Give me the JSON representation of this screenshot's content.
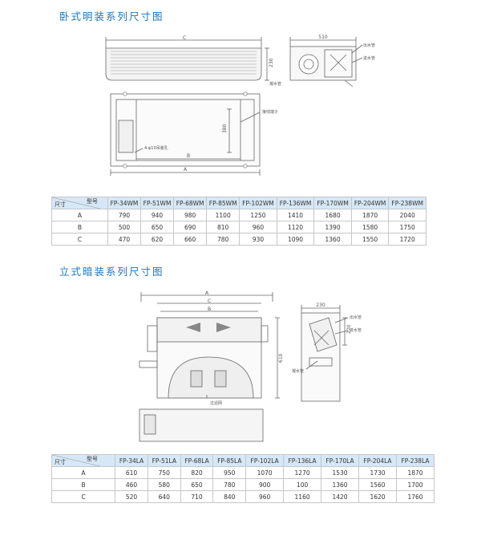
{
  "section1": {
    "title": "卧式明装系列尺寸图",
    "labels": {
      "dim_c": "C",
      "dim_b": "B",
      "dim_a": "A",
      "width": "510",
      "height": "230",
      "depth": "380",
      "water_in": "出水管",
      "water_out": "进水管",
      "drain": "凝水管",
      "control_box": "接线端子",
      "holes": "4-φ10吊装孔"
    },
    "table": {
      "corner_top": "型号",
      "corner_bottom": "尺寸",
      "models": [
        "FP-34WM",
        "FP-51WM",
        "FP-68WM",
        "FP-85WM",
        "FP-102WM",
        "FP-136WM",
        "FP-170WM",
        "FP-204WM",
        "FP-238WM"
      ],
      "rows": [
        {
          "label": "A",
          "values": [
            "790",
            "940",
            "980",
            "1100",
            "1250",
            "1410",
            "1680",
            "1870",
            "2040"
          ]
        },
        {
          "label": "B",
          "values": [
            "500",
            "650",
            "690",
            "810",
            "960",
            "1120",
            "1390",
            "1580",
            "1750"
          ]
        },
        {
          "label": "C",
          "values": [
            "470",
            "620",
            "660",
            "780",
            "930",
            "1090",
            "1360",
            "1550",
            "1720"
          ]
        }
      ]
    }
  },
  "section2": {
    "title": "立式暗装系列尺寸图",
    "labels": {
      "dim_a": "A",
      "dim_c": "C",
      "dim_b": "B",
      "depth": "230",
      "width": "220",
      "height": "610",
      "water_in": "出水管",
      "water_out": "进水管",
      "drain": "凝水管",
      "filter": "过滤网"
    },
    "table": {
      "corner_top": "型号",
      "corner_bottom": "尺寸",
      "models": [
        "FP-34LA",
        "FP-51LA",
        "FP-68LA",
        "FP-85LA",
        "FP-102LA",
        "FP-136LA",
        "FP-170LA",
        "FP-204LA",
        "FP-238LA"
      ],
      "rows": [
        {
          "label": "A",
          "values": [
            "610",
            "750",
            "820",
            "950",
            "1070",
            "1270",
            "1530",
            "1730",
            "1870"
          ]
        },
        {
          "label": "B",
          "values": [
            "460",
            "580",
            "650",
            "780",
            "900",
            "100",
            "1360",
            "1560",
            "1700"
          ]
        },
        {
          "label": "C",
          "values": [
            "520",
            "640",
            "710",
            "840",
            "960",
            "1160",
            "1420",
            "1620",
            "1760"
          ]
        }
      ]
    }
  }
}
